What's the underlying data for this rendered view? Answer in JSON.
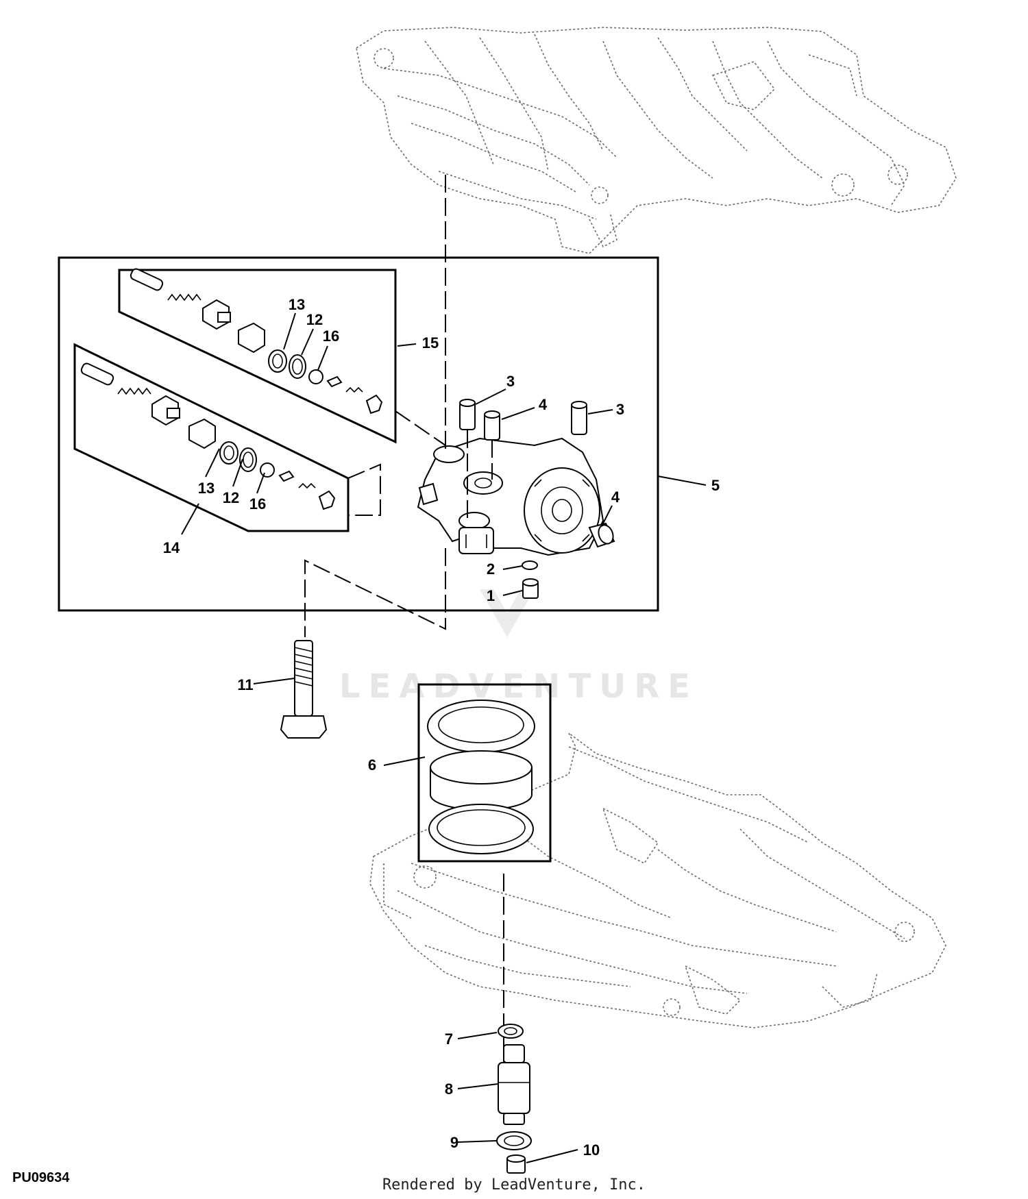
{
  "figure_id": "PU09634",
  "credit": "Rendered by LeadVenture, Inc.",
  "watermark": "LEADVENTURE",
  "callouts": [
    "1",
    "2",
    "3",
    "3",
    "4",
    "4",
    "5",
    "6",
    "7",
    "8",
    "9",
    "10",
    "11",
    "12",
    "12",
    "13",
    "13",
    "14",
    "15",
    "16",
    "16"
  ]
}
